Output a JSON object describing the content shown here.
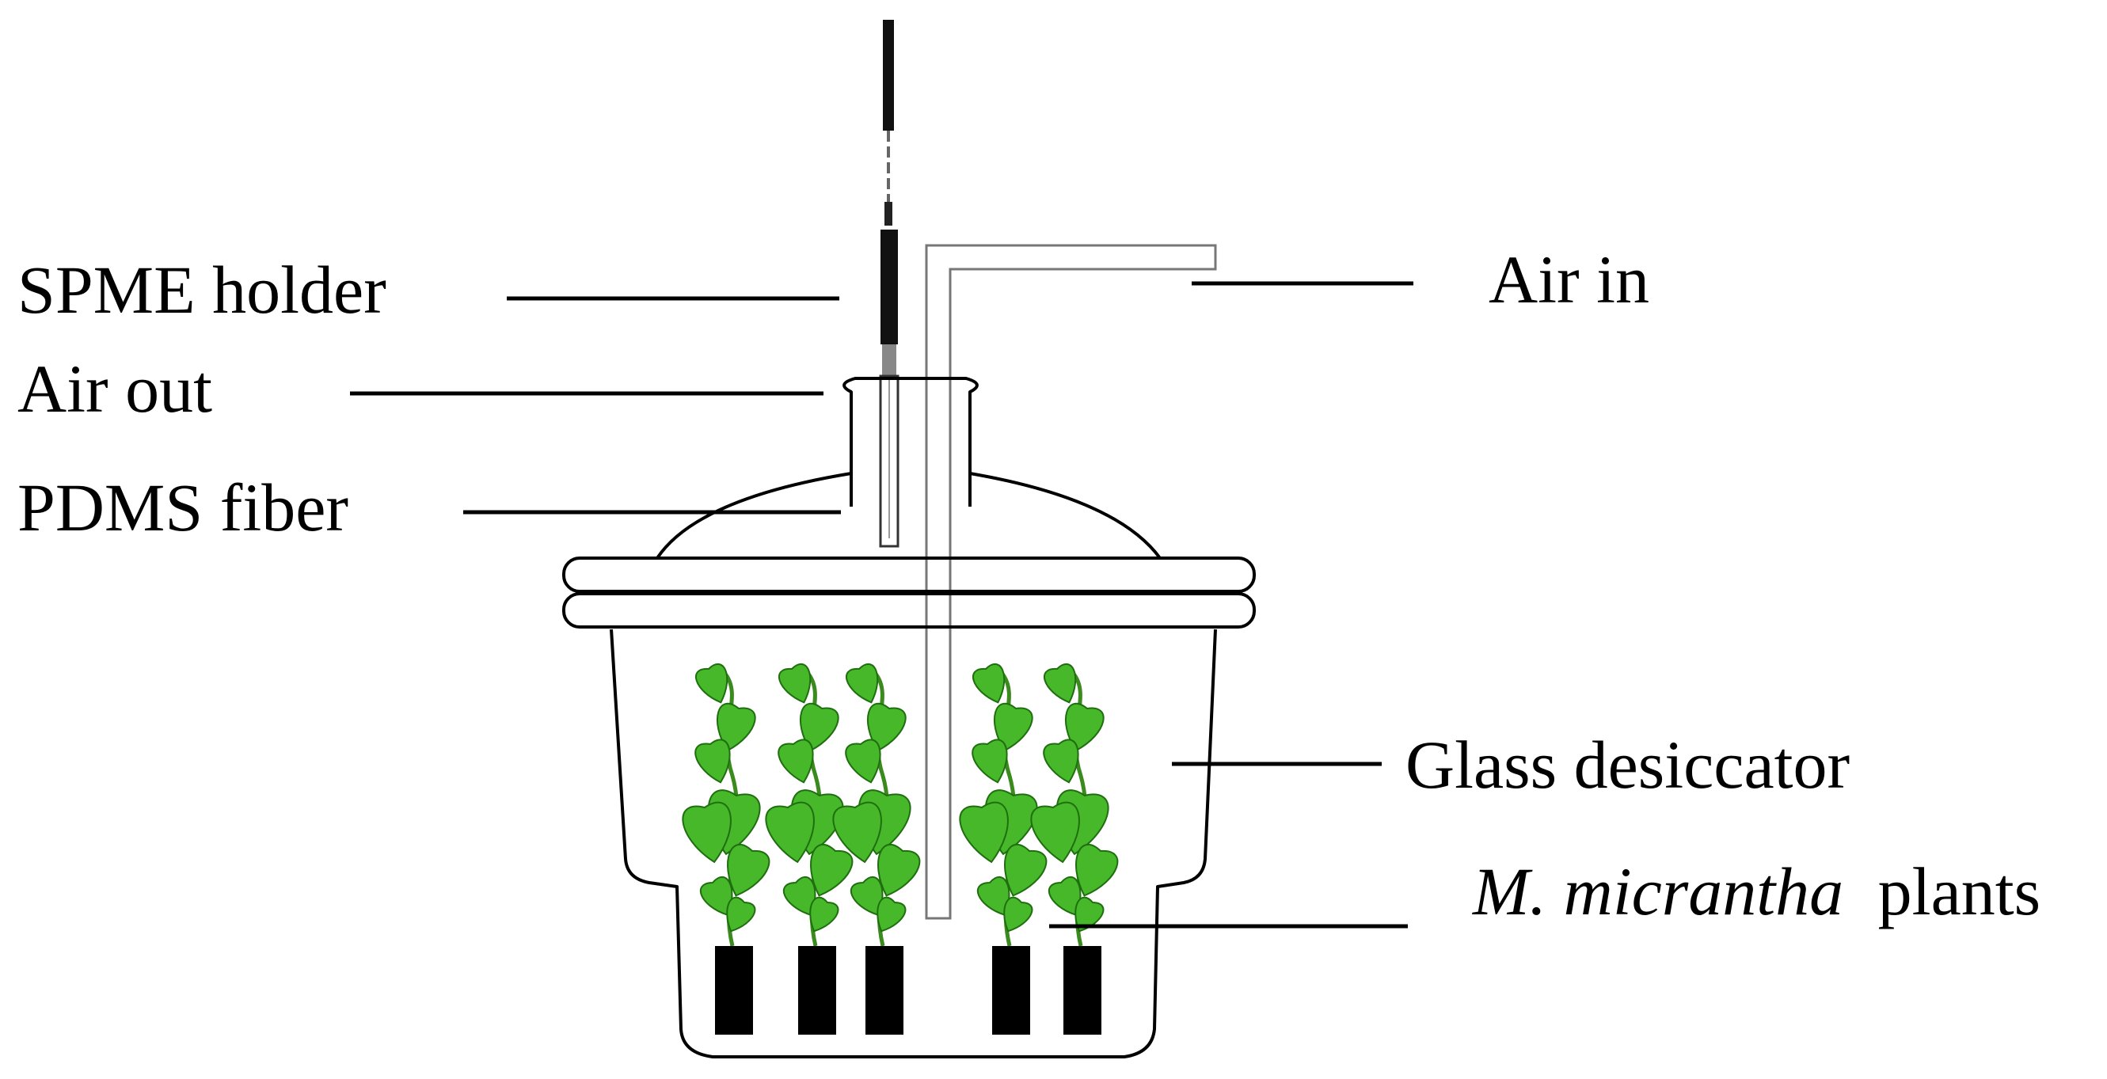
{
  "labels": {
    "spme_holder": "SPME holder",
    "air_out": "Air out",
    "pdms_fiber": "PDMS fiber",
    "air_in": "Air in",
    "glass_desiccator": "Glass desiccator",
    "plants_species": "M. micrantha",
    "plants_suffix": "plants"
  },
  "colors": {
    "leaf": "#46b82a",
    "stem": "#3a8a1e",
    "glass_outline": "#000000",
    "pot": "#000000"
  }
}
